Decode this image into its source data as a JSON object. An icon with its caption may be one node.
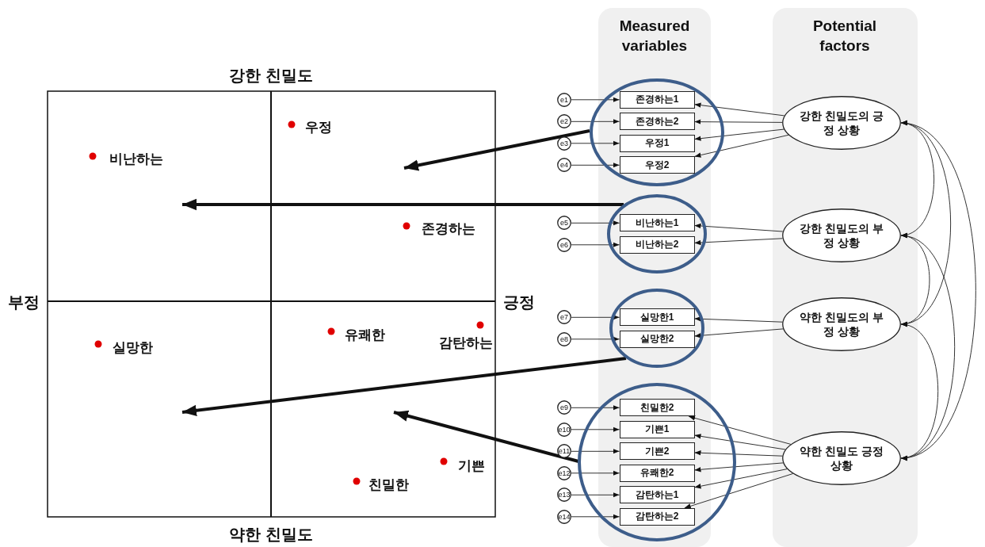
{
  "diagram": {
    "nodes": [
      {
        "text": [],
        "shape": "ellipse"
      },
      {
        "text": [
          "존경하는1"
        ],
        "in": 0
      },
      {
        "text": [
          "존경하는2"
        ],
        "in": 0
      },
      {
        "text": [
          "우정1"
        ],
        "in": 0
      },
      {
        "text": [
          "우정2"
        ],
        "in": 0
      },
      {
        "text": [],
        "shape": "ellipse"
      },
      {
        "text": [
          "비난하는1"
        ],
        "in": 5
      },
      {
        "text": [
          "비난하는2"
        ],
        "in": 5
      },
      {
        "text": [],
        "shape": "ellipse"
      },
      {
        "text": [
          "실망한1"
        ],
        "in": 8
      },
      {
        "text": [
          "실망한2"
        ],
        "in": 8
      },
      {
        "text": [],
        "shape": "ellipse"
      },
      {
        "text": [
          "친밀한2"
        ],
        "in": 11
      },
      {
        "text": [
          "기쁜1"
        ],
        "in": 11
      },
      {
        "text": [
          "기쁜2"
        ],
        "in": 11
      },
      {
        "text": [
          "유쾌한2"
        ],
        "in": 11
      },
      {
        "text": [
          "감탄하는1"
        ],
        "in": 11
      },
      {
        "text": [
          "감탄하는2"
        ],
        "in": 11
      },
      {
        "text": [
          "e1"
        ]
      },
      {
        "text": [
          "e2"
        ]
      },
      {
        "text": [
          "e3"
        ]
      },
      {
        "text": [
          "e4"
        ]
      },
      {
        "text": [
          "e5"
        ]
      },
      {
        "text": [
          "e6"
        ]
      },
      {
        "text": [
          "e7"
        ]
      },
      {
        "text": [
          "e8"
        ]
      },
      {
        "text": [
          "e9"
        ]
      },
      {
        "text": [
          "e10"
        ]
      },
      {
        "text": [
          "e11"
        ]
      },
      {
        "text": [
          "e12"
        ]
      },
      {
        "text": [
          "e13"
        ]
      },
      {
        "text": [
          "e14"
        ]
      },
      {
        "text": [
          "강한 친밀도의 긍정 상황"
        ]
      },
      {
        "text": [
          "강한 친밀도의 부정 상황"
        ]
      },
      {
        "text": [
          "약한 친밀도의 부정 상황"
        ]
      },
      {
        "text": [
          "약한 친밀도 긍정 상황"
        ]
      }
    ],
    "edges": [
      {
        "from": 18,
        "to": 1,
        "arrow": "to"
      },
      {
        "from": 19,
        "to": 2,
        "arrow": "to"
      },
      {
        "from": 20,
        "to": 3,
        "arrow": "to"
      },
      {
        "from": 21,
        "to": 4,
        "arrow": "to"
      },
      {
        "from": 22,
        "to": 6,
        "arrow": "to"
      },
      {
        "from": 23,
        "to": 7,
        "arrow": "to"
      },
      {
        "from": 24,
        "to": 9,
        "arrow": "to"
      },
      {
        "from": 25,
        "to": 10,
        "arrow": "to"
      },
      {
        "from": 26,
        "to": 12,
        "arrow": "to"
      },
      {
        "from": 27,
        "to": 13,
        "arrow": "to"
      },
      {
        "from": 28,
        "to": 14,
        "arrow": "to"
      },
      {
        "from": 29,
        "to": 15,
        "arrow": "to"
      },
      {
        "from": 30,
        "to": 16,
        "arrow": "to"
      },
      {
        "from": 31,
        "to": 17,
        "arrow": "to"
      },
      {
        "from": 32,
        "to": 1,
        "arrow": "to"
      },
      {
        "from": 32,
        "to": 2,
        "arrow": "to"
      },
      {
        "from": 32,
        "to": 3,
        "arrow": "to"
      },
      {
        "from": 32,
        "to": 4,
        "arrow": "to"
      },
      {
        "from": 33,
        "to": 6,
        "arrow": "to"
      },
      {
        "from": 33,
        "to": 7,
        "arrow": "to"
      },
      {
        "from": 34,
        "to": 9,
        "arrow": "to"
      },
      {
        "from": 34,
        "to": 10,
        "arrow": "to"
      },
      {
        "from": 35,
        "to": 12,
        "arrow": "to"
      },
      {
        "from": 35,
        "to": 13,
        "arrow": "to"
      },
      {
        "from": 35,
        "to": 14,
        "arrow": "to"
      },
      {
        "from": 35,
        "to": 15,
        "arrow": "to"
      },
      {
        "from": 35,
        "to": 16,
        "arrow": "to"
      },
      {
        "from": 35,
        "to": 17,
        "arrow": "to"
      },
      {
        "from": 32,
        "to": 33,
        "arrow": "both"
      },
      {
        "from": 32,
        "to": 34,
        "arrow": "both"
      },
      {
        "from": 32,
        "to": 35,
        "arrow": "both"
      },
      {
        "from": 33,
        "to": 34,
        "arrow": "both"
      },
      {
        "from": 33,
        "to": 35,
        "arrow": "both"
      },
      {
        "from": 34,
        "to": 35,
        "arrow": "both"
      },
      {
        "from": 0,
        "to": null,
        "arrow": "to",
        "style": "thick"
      },
      {
        "from": 5,
        "to": null,
        "arrow": "to",
        "style": "thick"
      },
      {
        "from": 8,
        "to": null,
        "arrow": "to",
        "style": "thick"
      },
      {
        "from": 11,
        "to": null,
        "arrow": "to",
        "style": "thick"
      }
    ],
    "labels": [
      "Measured variables",
      "Potential factors",
      "강한 친밀도",
      "우정",
      "비난하는",
      "존경하는",
      "부정",
      "긍정",
      "유쾌한",
      "감탄하는",
      "실망한",
      "기쁜",
      "친밀한",
      "약한 친밀도"
    ]
  }
}
